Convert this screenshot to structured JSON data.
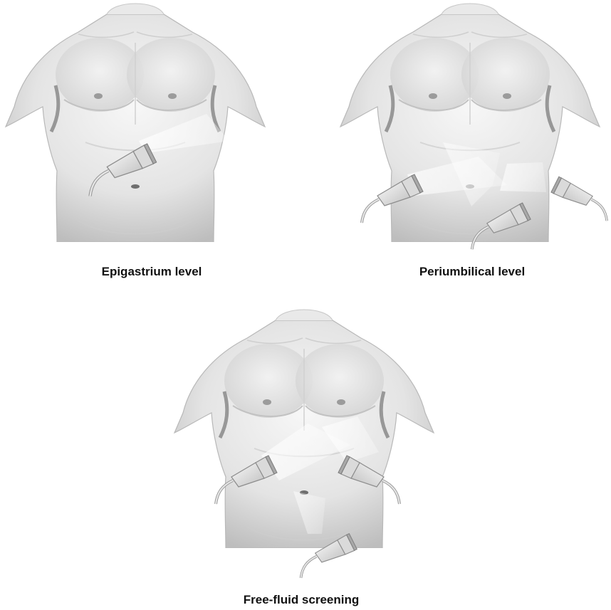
{
  "captions": {
    "epigastrium": "Epigastrium level",
    "periumbilical": "Periumbilical level",
    "free_fluid": "Free-fluid screening"
  },
  "icons": {
    "torso": "torso-illustration",
    "probe": "ultrasound-probe-icon"
  },
  "colors": {
    "background": "#ffffff",
    "skin_light": "#f4f4f4",
    "skin_shade": "#c9c9c9",
    "probe_body": "#e6e6e6",
    "beam": "#ffffff",
    "caption_text": "#111111"
  }
}
